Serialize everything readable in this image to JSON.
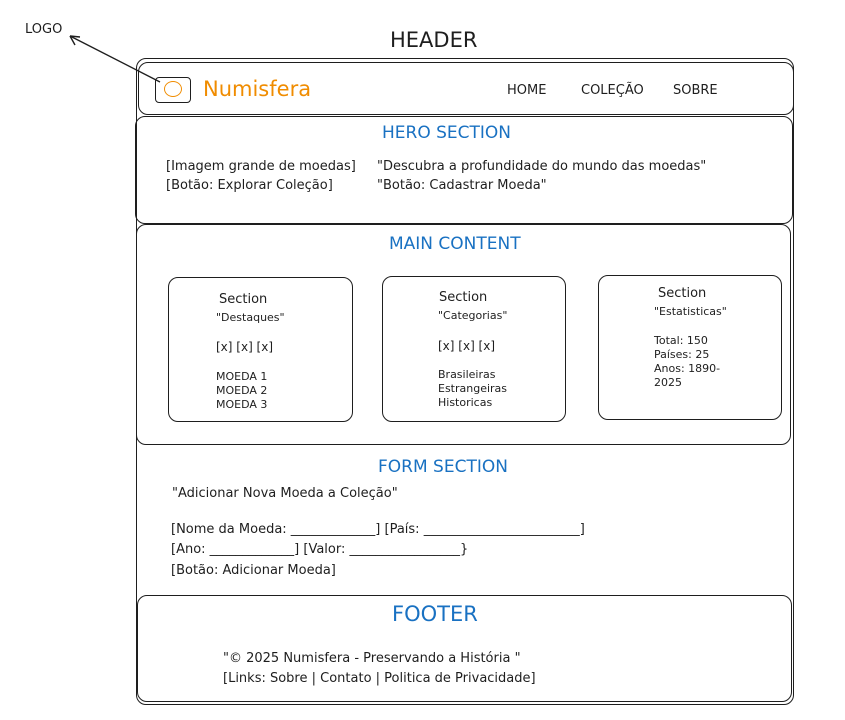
{
  "annotations": {
    "logo_label": "LOGO",
    "header_label": "HEADER"
  },
  "header": {
    "brand": "Numisfera",
    "nav": [
      "HOME",
      "COLEÇÃO",
      "SOBRE"
    ]
  },
  "hero": {
    "title": "HERO SECTION",
    "image_placeholder": "[Imagem grande de moedas]",
    "tagline": "\"Descubra a profundidade do mundo das moedas\"",
    "button_explore": "[Botão: Explorar Coleção]",
    "button_register": "\"Botão: Cadastrar Moeda\""
  },
  "main": {
    "title": "MAIN CONTENT",
    "sections": [
      {
        "heading": "Section",
        "name": "\"Destaques\"",
        "icons": "[x] [x] [x]",
        "lines": [
          "MOEDA 1",
          "MOEDA 2",
          "MOEDA 3"
        ]
      },
      {
        "heading": "Section",
        "name": "\"Categorias\"",
        "icons": "[x] [x] [x]",
        "lines": [
          "Brasileiras",
          "Estrangeiras",
          "Historicas"
        ]
      },
      {
        "heading": "Section",
        "name": "\"Estatisticas\"",
        "lines": [
          "Total: 150",
          "Países: 25",
          "Anos: 1890-",
          "2025"
        ]
      }
    ]
  },
  "form": {
    "title": "FORM SECTION",
    "subtitle": "\"Adicionar Nova Moeda a Coleção\"",
    "line1": "[Nome da Moeda: _____________] [País: ________________________]",
    "line2": "[Ano: _____________] [Valor: _________________}",
    "button": "[Botão: Adicionar Moeda]"
  },
  "footer": {
    "title": "FOOTER",
    "copyright": "\"© 2025 Numisfera - Preservando a História \"",
    "links": "[Links: Sobre | Contato | Politica de Privacidade]"
  },
  "colors": {
    "accent_blue": "#1971c2",
    "brand_orange": "#f08c00",
    "stroke": "#1e1e1e"
  }
}
